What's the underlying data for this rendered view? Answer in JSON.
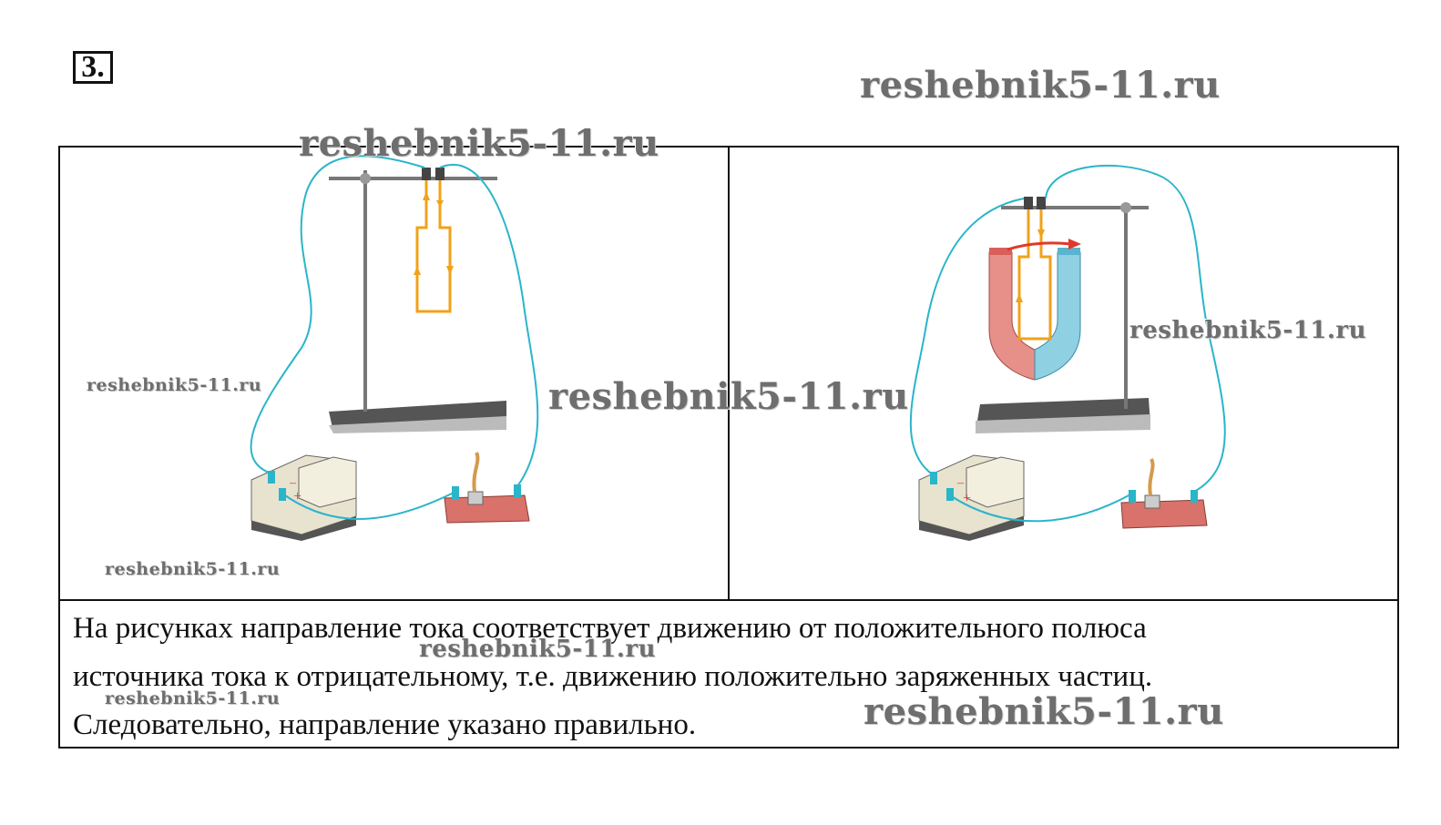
{
  "task": {
    "number": "3."
  },
  "watermark": {
    "text": "reshebnik5-11.ru"
  },
  "answer": {
    "lines": [
      "На рисунках направление тока соответствует движению от положительного полюса",
      "источника тока к отрицательному, т.е. движению положительно заряженных частиц.",
      "Следовательно, направление указано правильно."
    ]
  },
  "figures": {
    "power_supply_signs": {
      "minus": "–",
      "plus": "+"
    }
  },
  "colors": {
    "wire": "#2ab5c9",
    "frame_conductor": "#f0a21a",
    "magnet_north": "#d9605a",
    "magnet_south": "#5ab3cf",
    "force_arrow": "#e0392b",
    "switch_base": "#d9726a"
  }
}
